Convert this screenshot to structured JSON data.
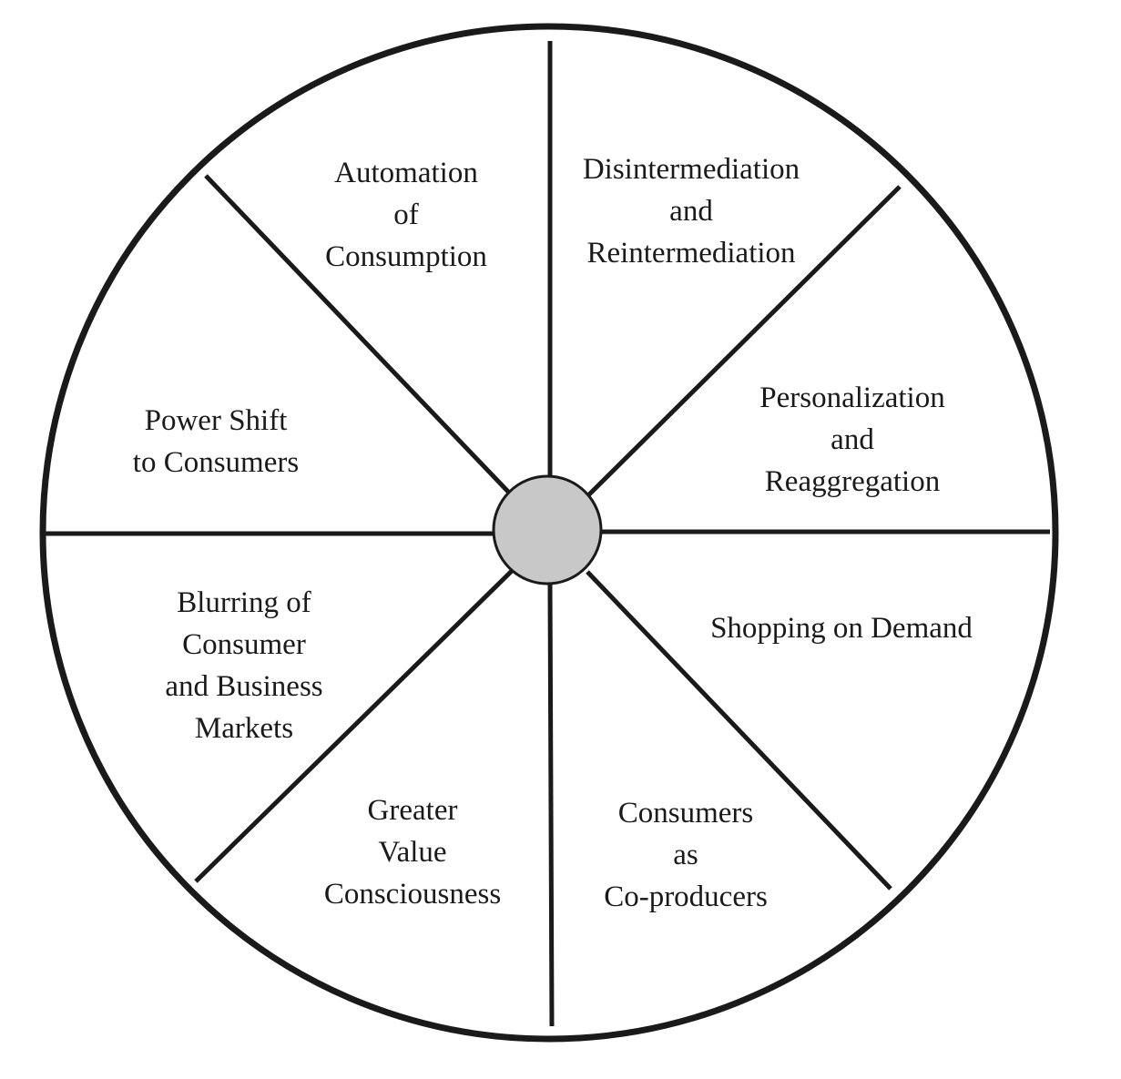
{
  "diagram": {
    "type": "wheel",
    "colors": {
      "background": "#ffffff",
      "line": "#1a1a1a",
      "hub_fill": "#c8c8c8"
    },
    "segments": [
      {
        "id": "automation",
        "lines": [
          "Automation",
          "of",
          "Consumption"
        ]
      },
      {
        "id": "disintermediation",
        "lines": [
          "Disintermediation",
          "and",
          "Reintermediation"
        ]
      },
      {
        "id": "personalization",
        "lines": [
          "Personalization",
          "and",
          "Reaggregation"
        ]
      },
      {
        "id": "shopping",
        "lines": [
          "Shopping on Demand"
        ]
      },
      {
        "id": "coproducers",
        "lines": [
          "Consumers",
          "as",
          "Co-producers"
        ]
      },
      {
        "id": "value",
        "lines": [
          "Greater",
          "Value",
          "Consciousness"
        ]
      },
      {
        "id": "blurring",
        "lines": [
          "Blurring of",
          "Consumer",
          "and Business",
          "Markets"
        ]
      },
      {
        "id": "power-shift",
        "lines": [
          "Power Shift",
          "to Consumers"
        ]
      }
    ]
  }
}
